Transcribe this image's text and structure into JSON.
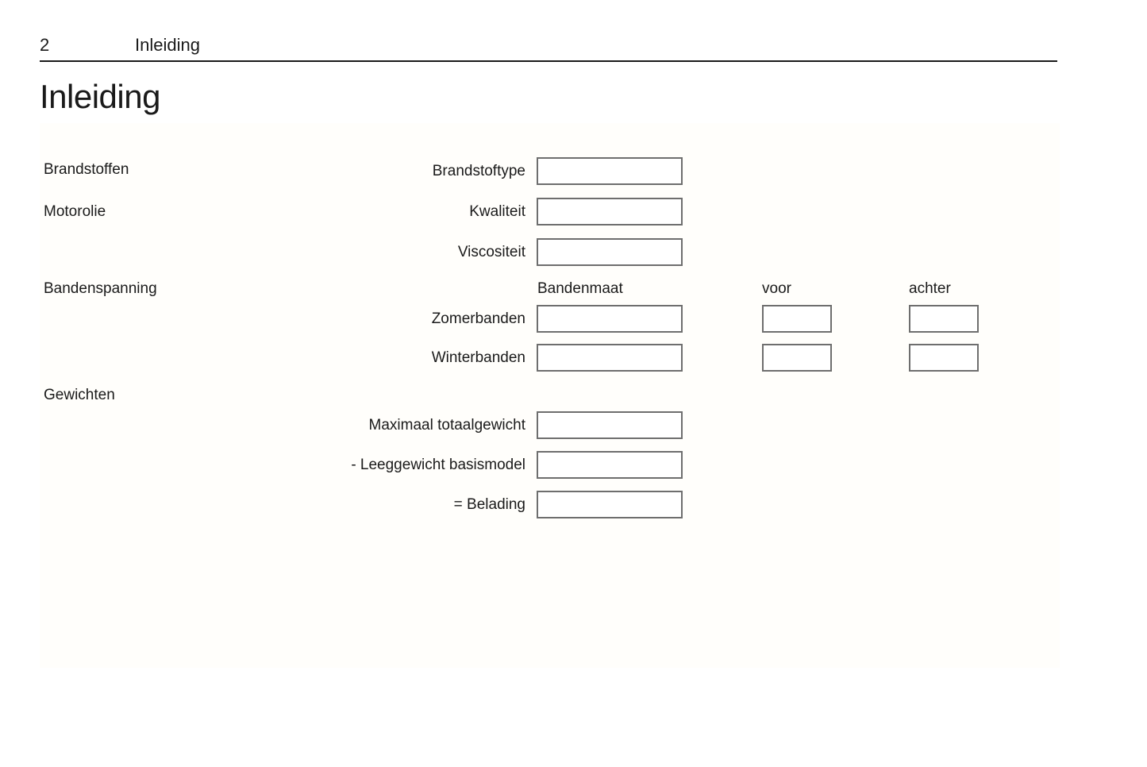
{
  "header": {
    "page_number": "2",
    "chapter_name": "Inleiding"
  },
  "title": "Inleiding",
  "sections": [
    {
      "id": "brandstoffen",
      "label": "Brandstoffen"
    },
    {
      "id": "motorolie",
      "label": "Motorolie"
    },
    {
      "id": "bandenspanning",
      "label": "Bandenspanning"
    },
    {
      "id": "gewichten",
      "label": "Gewichten"
    }
  ],
  "tyre_table": {
    "columns": {
      "size": "Bandenmaat",
      "front": "voor",
      "rear": "achter"
    }
  },
  "rows": [
    {
      "id": "brandstoftype",
      "label": "Brandstoftype",
      "value": "",
      "placeholder": ""
    },
    {
      "id": "kwaliteit",
      "label": "Kwaliteit",
      "value": "",
      "placeholder": ""
    },
    {
      "id": "viscositeit",
      "label": "Viscositeit",
      "value": "",
      "placeholder": ""
    },
    {
      "id": "zomerbanden",
      "label": "Zomerbanden",
      "value": "",
      "placeholder": "",
      "front": "",
      "rear": ""
    },
    {
      "id": "winterbanden",
      "label": "Winterbanden",
      "value": "",
      "placeholder": "",
      "front": "",
      "rear": ""
    },
    {
      "id": "maximaal",
      "label": "Maximaal totaalgewicht",
      "value": "",
      "placeholder": ""
    },
    {
      "id": "leeggewicht",
      "label": "- Leeggewicht basismodel",
      "value": "",
      "placeholder": ""
    },
    {
      "id": "belading",
      "label": "= Belading",
      "value": "",
      "placeholder": ""
    }
  ],
  "colors": {
    "text": "#1a1a1a",
    "rule": "#1a1a1a",
    "field_border": "#6e6e6e",
    "panel_background": "#fffefb",
    "page_background": "#ffffff"
  }
}
